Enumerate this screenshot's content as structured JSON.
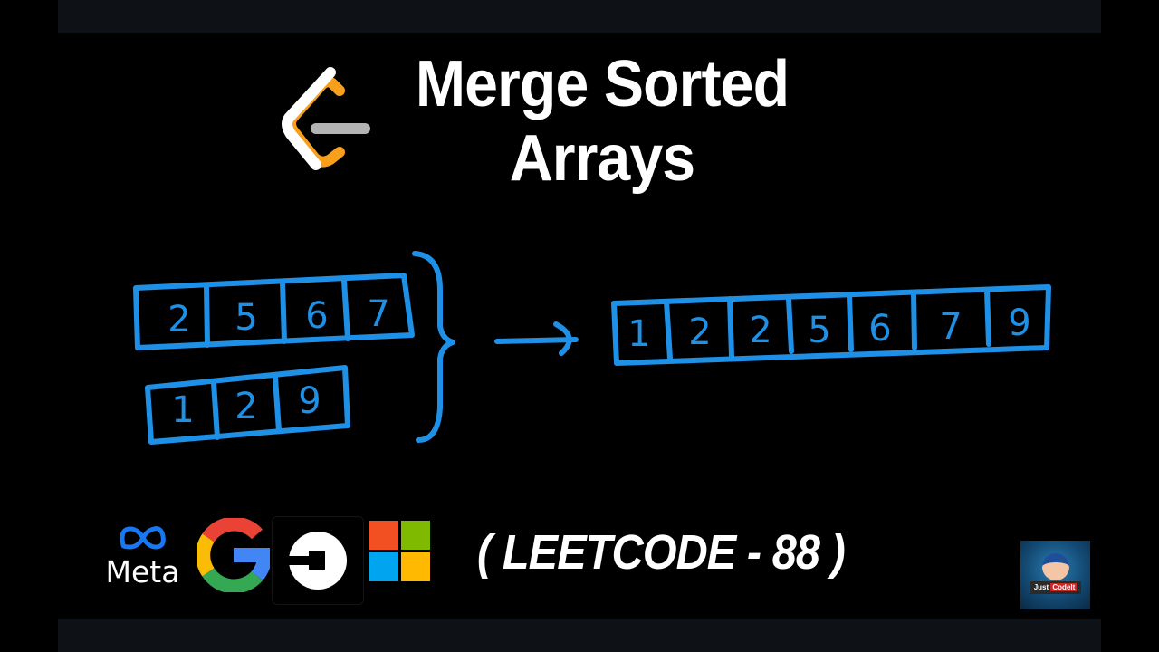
{
  "thumbnail": {
    "title_line1": "Merge Sorted",
    "title_line2": "Arrays",
    "problem_tag": "( LEETCODE - 88 )",
    "colors": {
      "background": "#000000",
      "bars": "#0e1216",
      "ink_blue": "#1e90e6",
      "leetcode_orange": "#f89f1b",
      "leetcode_gray": "#b3b3b3"
    }
  },
  "diagram": {
    "array1": [
      "2",
      "5",
      "6",
      "7"
    ],
    "array2": [
      "1",
      "2",
      "9"
    ],
    "merged": [
      "1",
      "2",
      "2",
      "5",
      "6",
      "7",
      "9"
    ]
  },
  "companies": {
    "meta_label": "Meta",
    "icons": [
      "meta-logo",
      "google-logo",
      "uber-logo",
      "microsoft-logo"
    ]
  },
  "channel": {
    "name_part1": "Just ",
    "name_part2": "CodeIt"
  }
}
